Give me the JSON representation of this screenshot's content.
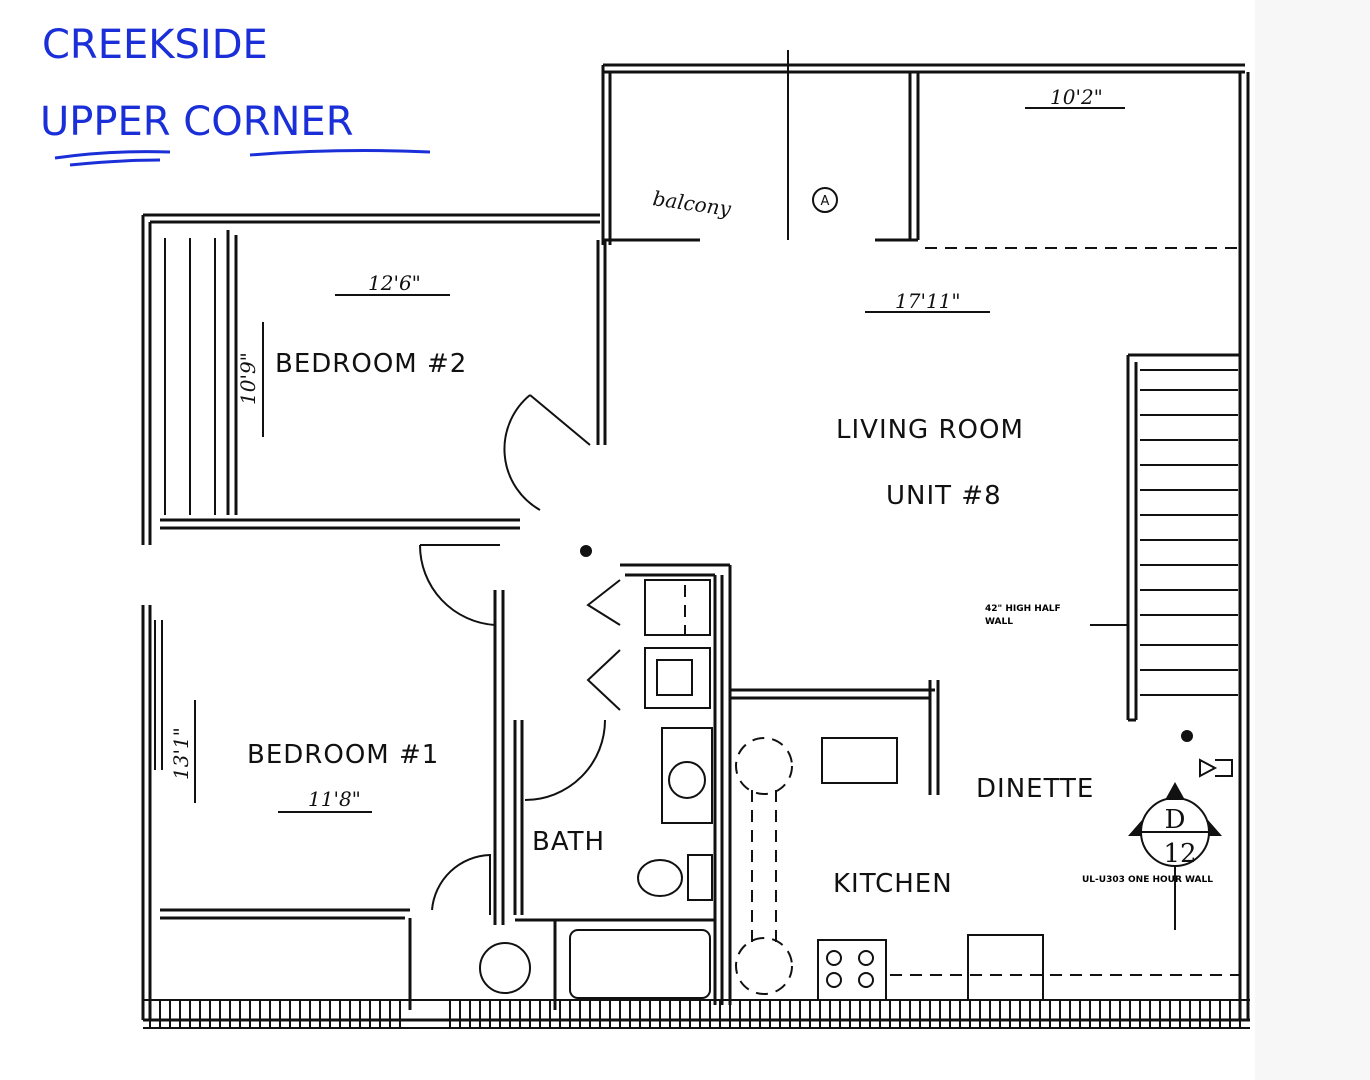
{
  "title": {
    "line1": "CREEKSIDE",
    "line2": "UPPER CORNER"
  },
  "rooms": {
    "balcony": "balcony",
    "bedroom2": "BEDROOM #2",
    "living": "LIVING ROOM",
    "unit": "UNIT #8",
    "bedroom1": "BEDROOM #1",
    "bath": "BATH",
    "kitchen": "KITCHEN",
    "dinette": "DINETTE"
  },
  "dimensions": {
    "balcony_width": "10'2\"",
    "bedroom2_width": "12'6\"",
    "bedroom2_depth": "10'9\"",
    "living_width": "17'11\"",
    "bedroom1_depth": "13'1\"",
    "bedroom1_width": "11'8\""
  },
  "notes": {
    "half_wall": "42\" HIGH HALF WALL",
    "one_hour_wall": "UL-U303 ONE HOUR WALL",
    "section_letter": "D",
    "section_number": "12",
    "balcony_marker": "A"
  },
  "colors": {
    "ink": "#111111",
    "handwriting": "#1a2fd8"
  }
}
